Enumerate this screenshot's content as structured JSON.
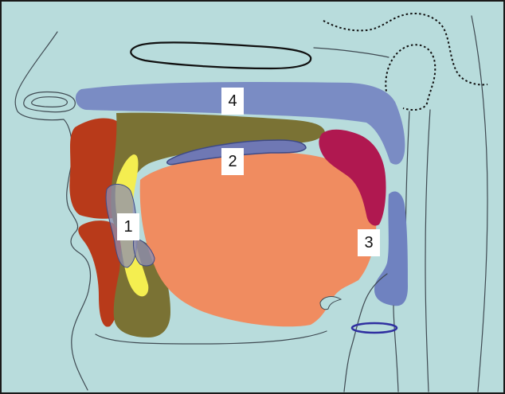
{
  "figure": {
    "background": "#b8dcdc",
    "frame_color": "#1a1a1a",
    "colors": {
      "hard_palate": "#7a8cc4",
      "upper_lip_jaw": "#b83a1a",
      "lower_lip": "#b83a1a",
      "olive_regions": "#7a7234",
      "tongue": "#f08c60",
      "velum": "#b01850",
      "pharyngeal_wall": "#6f82c0",
      "teeth": "#f4ee50",
      "larynx_ring": "#3a3aa0",
      "outline": "#3f4a52"
    },
    "labels": [
      {
        "id": "label-1",
        "text": "1"
      },
      {
        "id": "label-2",
        "text": "2"
      },
      {
        "id": "label-3",
        "text": "3"
      },
      {
        "id": "label-4",
        "text": "4"
      }
    ]
  }
}
